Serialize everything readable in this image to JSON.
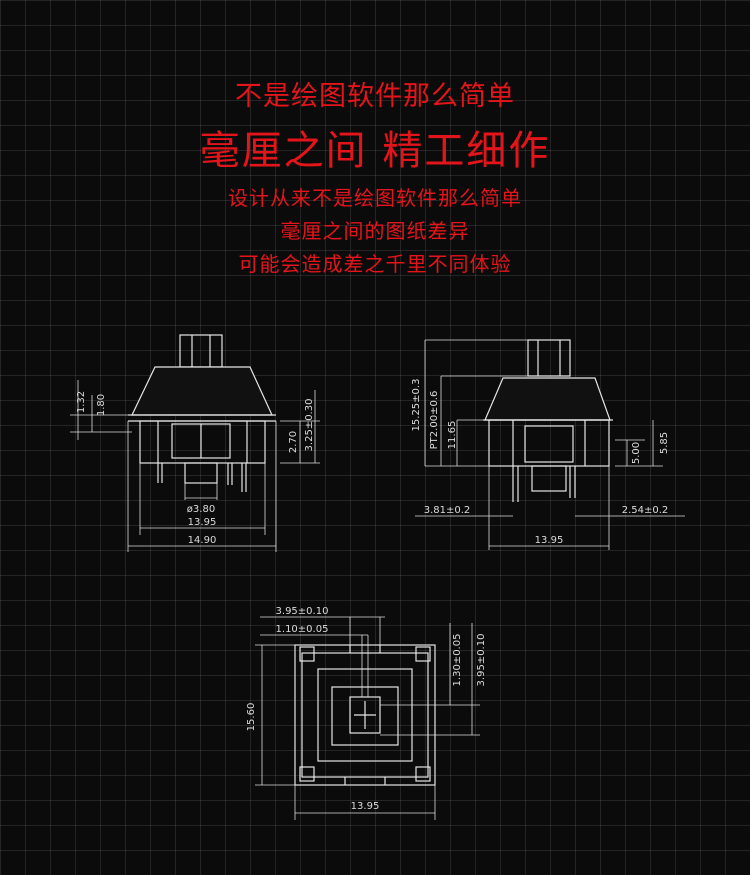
{
  "headline": {
    "line1": "不是绘图软件那么简单",
    "line2": "毫厘之间 精工细作"
  },
  "body": {
    "line1": "设计从来不是绘图软件那么简单",
    "line2": "毫厘之间的图纸差异",
    "line3": "可能会造成差之千里不同体验"
  },
  "colors": {
    "accent": "#e4141b",
    "background": "#0b0b0b",
    "line": "#e6e6e6"
  },
  "drawing_front": {
    "dim_1_32": "1.32",
    "dim_1_80": "1.80",
    "dim_2_70": "2.70",
    "dim_3_25": "3.25±0.30",
    "dim_diameter": "ø3.80",
    "dim_13_95": "13.95",
    "dim_14_90": "14.90"
  },
  "drawing_side": {
    "dim_15_25": "15.25±0.3",
    "dim_pt": "PT2.00±0.6",
    "dim_11_65": "11.65",
    "dim_5_00": "5.00",
    "dim_5_85": "5.85",
    "dim_3_81": "3.81±0.2",
    "dim_2_54": "2.54±0.2",
    "dim_13_95": "13.95"
  },
  "drawing_top": {
    "dim_3_95": "3.95±0.10",
    "dim_1_10": "1.10±0.05",
    "dim_1_30": "1.30±0.05",
    "dim_3_95_v": "3.95±0.10",
    "dim_15_60": "15.60",
    "dim_13_95": "13.95"
  }
}
